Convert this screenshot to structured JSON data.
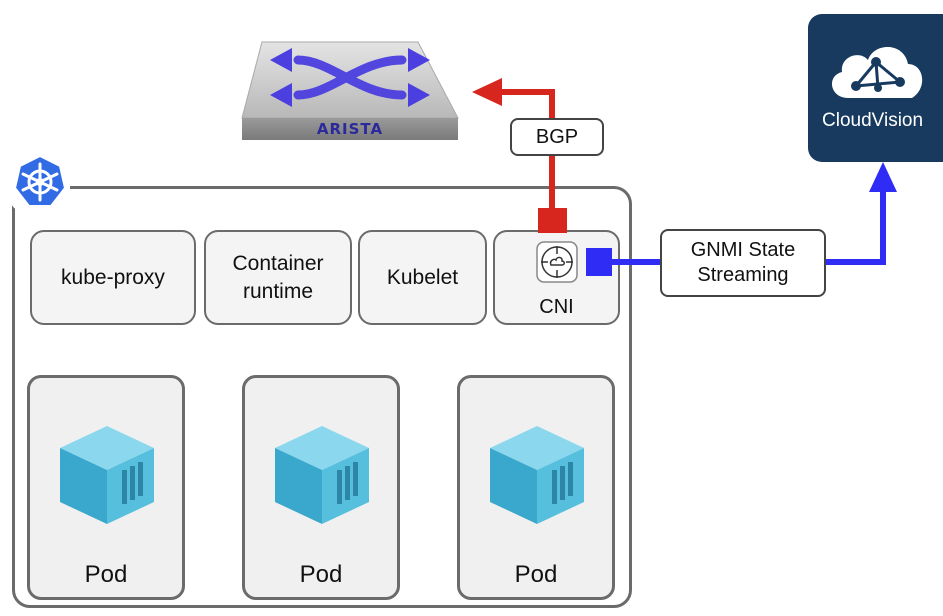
{
  "switch": {
    "brand_label": "ARISTA",
    "icon": "arista-switch-icon"
  },
  "cloudvision": {
    "label": "CloudVision",
    "icon": "cloud-network-icon"
  },
  "node": {
    "icon": "kubernetes-helm-icon",
    "components": {
      "kube_proxy": "kube-proxy",
      "container_runtime": "Container\nruntime",
      "kubelet": "Kubelet",
      "cni": "CNI"
    },
    "pods": [
      {
        "label": "Pod"
      },
      {
        "label": "Pod"
      },
      {
        "label": "Pod"
      }
    ]
  },
  "links": {
    "bgp_label": "BGP",
    "gnmi_label": "GNMI State\nStreaming"
  },
  "colors": {
    "bgp_link": "#d7261e",
    "gnmi_link": "#2f2cf5",
    "kubernetes": "#326ce5",
    "cloudvision_bg": "#173a5e",
    "switch_arrows": "#4b3fe0",
    "pod_cube": "#4db8d8"
  }
}
